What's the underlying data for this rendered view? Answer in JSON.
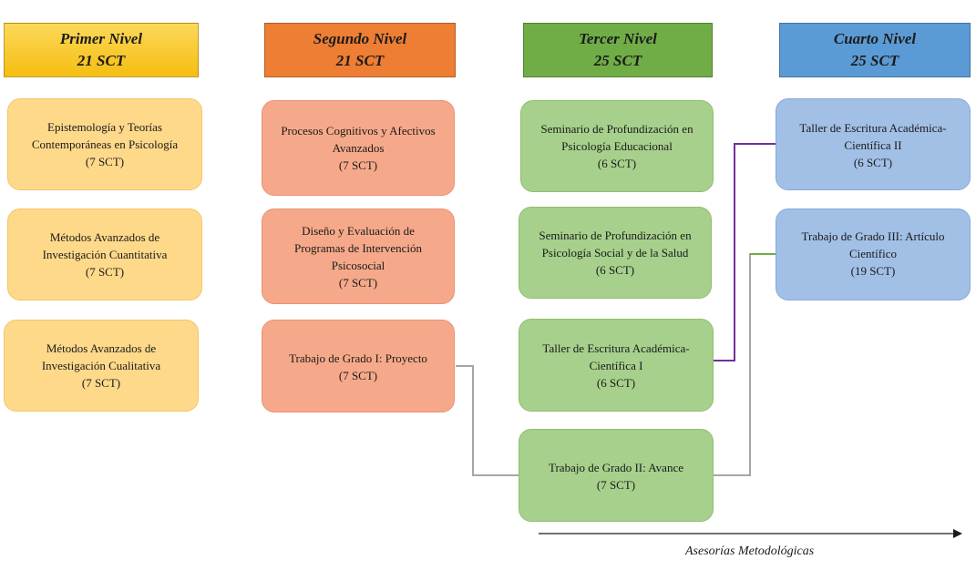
{
  "colors": {
    "level1_header": "#f9c52b",
    "level2_header": "#ee7e33",
    "level3_header": "#70ad47",
    "level4_header": "#5b9bd5",
    "connector_gray": "#a6a6a6",
    "connector_purple": "#7030a0",
    "connector_green": "#70ad47"
  },
  "levels": [
    {
      "title": "Primer Nivel",
      "credits": "21 SCT"
    },
    {
      "title": "Segundo Nivel",
      "credits": "21 SCT"
    },
    {
      "title": "Tercer Nivel",
      "credits": "25 SCT"
    },
    {
      "title": "Cuarto Nivel",
      "credits": "25 SCT"
    }
  ],
  "courses": {
    "l1": [
      {
        "lines": [
          "Epistemología y Teorías",
          "Contemporáneas en Psicología"
        ],
        "credits": "(7 SCT)"
      },
      {
        "lines": [
          "Métodos Avanzados de",
          "Investigación Cuantitativa"
        ],
        "credits": "(7 SCT)"
      },
      {
        "lines": [
          "Métodos Avanzados de",
          "Investigación Cualitativa"
        ],
        "credits": "(7 SCT)"
      }
    ],
    "l2": [
      {
        "lines": [
          "Procesos Cognitivos y Afectivos",
          "Avanzados"
        ],
        "credits": "(7 SCT)"
      },
      {
        "lines": [
          "Diseño y Evaluación de",
          "Programas de Intervención",
          "Psicosocial"
        ],
        "credits": "(7 SCT)"
      },
      {
        "lines": [
          "Trabajo de Grado I: Proyecto"
        ],
        "credits": "(7 SCT)"
      }
    ],
    "l3": [
      {
        "lines": [
          "Seminario de Profundización en",
          "Psicología Educacional"
        ],
        "credits": "(6 SCT)"
      },
      {
        "lines": [
          "Seminario de Profundización en",
          "Psicología Social y de la Salud"
        ],
        "credits": "(6 SCT)"
      },
      {
        "lines": [
          "Taller de Escritura Académica-",
          "Científica I"
        ],
        "credits": "(6 SCT)"
      },
      {
        "lines": [
          "Trabajo de Grado II: Avance"
        ],
        "credits": "(7 SCT)"
      }
    ],
    "l4": [
      {
        "lines": [
          "Taller de Escritura Académica-",
          "Científica II"
        ],
        "credits": "(6 SCT)"
      },
      {
        "lines": [
          "Trabajo de Grado III: Artículo",
          "Científico"
        ],
        "credits": "(19 SCT)"
      }
    ]
  },
  "footer": {
    "label": "Asesorías Metodológicas"
  }
}
